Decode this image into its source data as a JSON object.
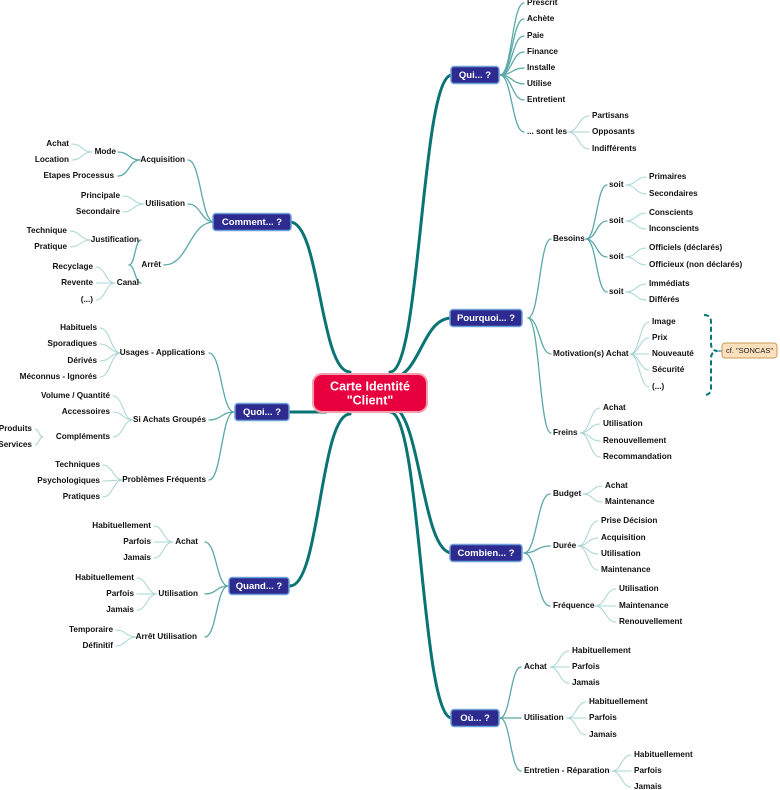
{
  "colors": {
    "main_branch": "#0a7373",
    "sub_branch": "#5aa8a8",
    "fine_line": "#a9d4d4",
    "main_node_fill": "#2d2b8f",
    "main_node_border": "#6f9fd8",
    "center_fill": "#e8003e",
    "center_border": "#f3a0b0",
    "note_fill": "#fbe0bb",
    "note_border": "#c89a59",
    "bracket": "#0a7373"
  },
  "center": {
    "line1": "Carte Identité",
    "line2": "\"Client\""
  },
  "note": "cf. \"SONCAS\"",
  "labels": {
    "qui": "Qui... ?",
    "prescrit": "Prescrit",
    "achete": "Achète",
    "paie": "Paie",
    "finance": "Finance",
    "installe": "Installe",
    "utilise": "Utilise",
    "entretient": "Entretient",
    "sontles": "... sont les",
    "partisans": "Partisans",
    "opposants": "Opposants",
    "indifferents": "Indifférents",
    "pourquoi": "Pourquoi... ?",
    "besoins": "Besoins",
    "soit1": "soit",
    "primaires": "Primaires",
    "secondaires": "Secondaires",
    "soit2": "soit",
    "conscients": "Conscients",
    "inconscients": "Inconscients",
    "soit3": "soit",
    "officiels": "Officiels (déclarés)",
    "officieux": "Officieux (non déclarés)",
    "soit4": "soit",
    "immediats": "Immédiats",
    "differes": "Différés",
    "motivation": "Motivation(s) Achat",
    "image": "Image",
    "prix": "Prix",
    "nouveaute": "Nouveauté",
    "securite": "Sécurité",
    "etc_mot": "(...)",
    "freins": "Freins",
    "fr_achat": "Achat",
    "fr_util": "Utilisation",
    "fr_renouv": "Renouvellement",
    "fr_reco": "Recommandation",
    "combien": "Combien... ?",
    "budget": "Budget",
    "bu_achat": "Achat",
    "bu_maint": "Maintenance",
    "duree": "Durée",
    "du_prise": "Prise Décision",
    "du_acq": "Acquisition",
    "du_util": "Utilisation",
    "du_maint": "Maintenance",
    "frequence": "Fréquence",
    "fq_util": "Utilisation",
    "fq_maint": "Maintenance",
    "fq_renouv": "Renouvellement",
    "ou": "Où... ?",
    "ou_achat": "Achat",
    "oa_hab": "Habituellement",
    "oa_parf": "Parfois",
    "oa_jam": "Jamais",
    "ou_util": "Utilisation",
    "ou_hab": "Habituellement",
    "ou_parf": "Parfois",
    "ou_jam": "Jamais",
    "ou_entr": "Entretien - Réparation",
    "oe_hab": "Habituellement",
    "oe_parf": "Parfois",
    "oe_jam": "Jamais",
    "comment": "Comment... ?",
    "acquisition": "Acquisition",
    "mode": "Mode",
    "achat_c": "Achat",
    "location": "Location",
    "etapes": "Etapes Processus",
    "utilisation_c": "Utilisation",
    "principale": "Principale",
    "secondaire": "Secondaire",
    "arret": "Arrêt",
    "justification": "Justification",
    "technique_c": "Technique",
    "pratique_c": "Pratique",
    "canal": "Canal",
    "recyclage": "Recyclage",
    "revente": "Revente",
    "etc_can": "(...)",
    "quoi": "Quoi... ?",
    "usages": "Usages - Applications",
    "habituels": "Habituels",
    "sporadiques": "Sporadiques",
    "derives": "Dérivés",
    "meconnus": "Méconnus - Ignorés",
    "siachats": "Si Achats Groupés",
    "volume": "Volume / Quantité",
    "accessoires": "Accessoires",
    "complements": "Compléments",
    "produits": "Produits",
    "services": "Services",
    "problemes": "Problèmes Fréquents",
    "techniques": "Techniques",
    "psycho": "Psychologiques",
    "pratiques": "Pratiques",
    "quand": "Quand... ?",
    "qd_achat": "Achat",
    "qa_hab": "Habituellement",
    "qa_parf": "Parfois",
    "qa_jam": "Jamais",
    "qd_util": "Utilisation",
    "qu_hab": "Habituellement",
    "qu_parf": "Parfois",
    "qu_jam": "Jamais",
    "qd_arret": "Arrêt Utilisation",
    "temporaire": "Temporaire",
    "definitif": "Définitif"
  }
}
